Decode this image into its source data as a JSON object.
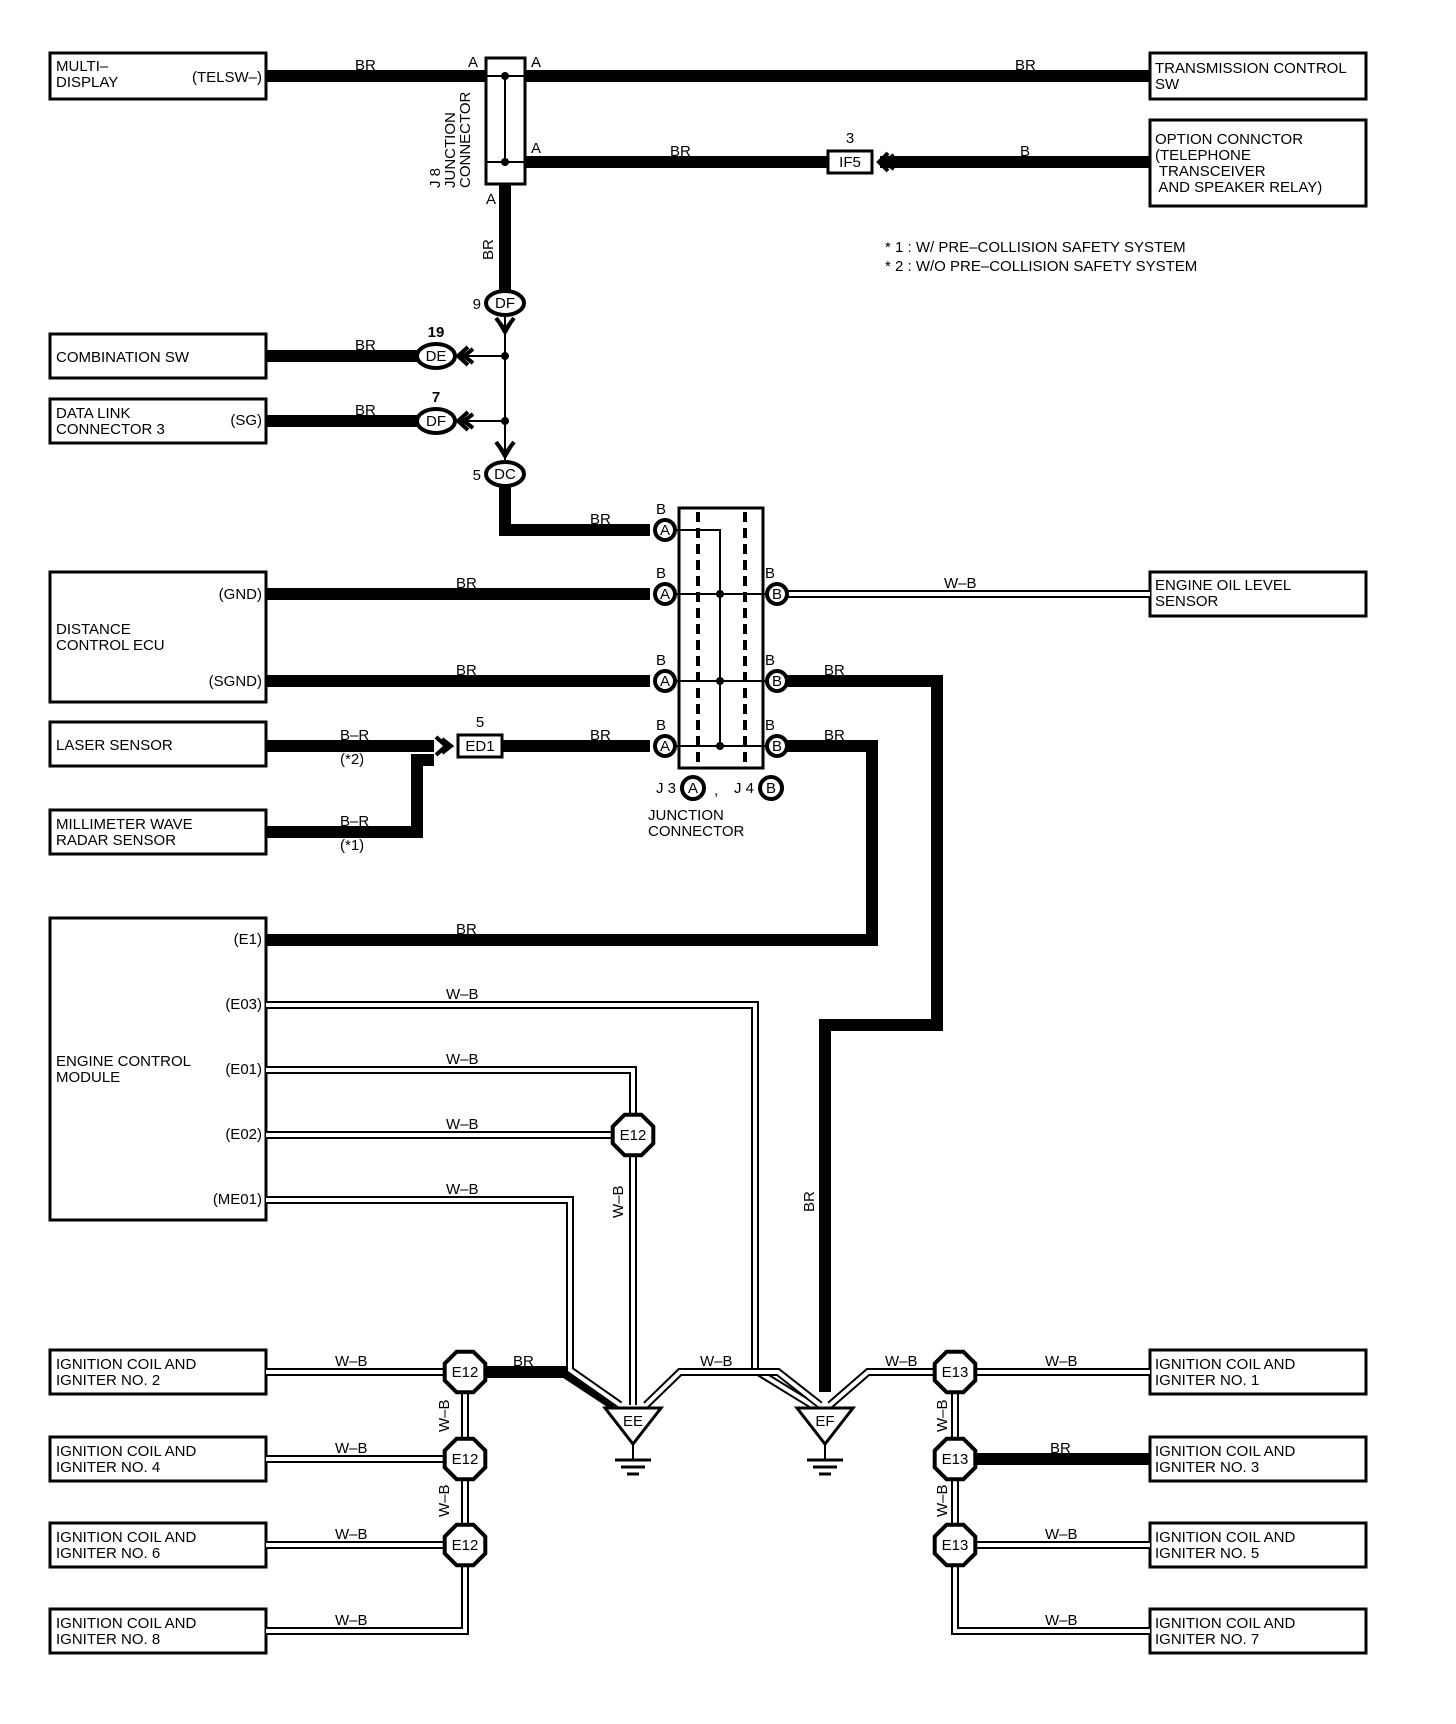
{
  "components": {
    "multi_display": {
      "name": "MULTI–\nDISPLAY",
      "pin": "(TELSW–)"
    },
    "transmission_control_sw": {
      "name": "TRANSMISSION CONTROL\nSW"
    },
    "option_connector": {
      "name": "OPTION CONNCTOR\n(TELEPHONE\n TRANSCEIVER\n AND SPEAKER RELAY)"
    },
    "combination_sw": {
      "name": "COMBINATION SW"
    },
    "data_link_connector_3": {
      "name": "DATA LINK\nCONNECTOR 3",
      "pin": "(SG)"
    },
    "distance_control_ecu": {
      "name": "DISTANCE\nCONTROL ECU",
      "pins": [
        "(GND)",
        "(SGND)"
      ]
    },
    "engine_oil_level_sensor": {
      "name": "ENGINE OIL LEVEL\nSENSOR"
    },
    "laser_sensor": {
      "name": "LASER SENSOR"
    },
    "millimeter_wave_radar_sensor": {
      "name": "MILLIMETER WAVE\nRADAR SENSOR"
    },
    "engine_control_module": {
      "name": "ENGINE CONTROL\nMODULE",
      "pins": [
        "(E1)",
        "(E03)",
        "(E01)",
        "(E02)",
        "(ME01)"
      ]
    },
    "ignition_left": [
      {
        "name": "IGNITION COIL AND\nIGNITER NO. 2"
      },
      {
        "name": "IGNITION COIL AND\nIGNITER NO. 4"
      },
      {
        "name": "IGNITION COIL AND\nIGNITER NO. 6"
      },
      {
        "name": "IGNITION COIL AND\nIGNITER NO. 8"
      }
    ],
    "ignition_right": [
      {
        "name": "IGNITION COIL AND\nIGNITER NO. 1"
      },
      {
        "name": "IGNITION COIL AND\nIGNITER NO. 3"
      },
      {
        "name": "IGNITION COIL AND\nIGNITER NO. 5"
      },
      {
        "name": "IGNITION COIL AND\nIGNITER NO. 7"
      }
    ]
  },
  "wire_colors": {
    "br": "BR",
    "b": "B",
    "wb": "W–B",
    "br_dash": "B–R"
  },
  "junction_j8": {
    "label": "J 8\nJUNCTION\nCONNECTOR",
    "pin": "A"
  },
  "junction_j34": {
    "label": "JUNCTION\nCONNECTOR",
    "j3": "J 3",
    "j4": "J 4",
    "pin_a": "A",
    "pin_b": "B",
    "sep": ","
  },
  "connectors": {
    "if5": {
      "code": "IF5",
      "pin": "3"
    },
    "df_9": {
      "code": "DF",
      "pin": "9"
    },
    "de_19": {
      "code": "DE",
      "pin": "19"
    },
    "df_7": {
      "code": "DF",
      "pin": "7"
    },
    "dc_5": {
      "code": "DC",
      "pin": "5"
    },
    "ed1": {
      "code": "ED1",
      "pin": "5"
    }
  },
  "ground_points": {
    "e12": "E12",
    "e13": "E13",
    "ee": "EE",
    "ef": "EF"
  },
  "notes": {
    "n1": "* 1 : W/ PRE–COLLISION SAFETY SYSTEM",
    "n2": "* 2 : W/O PRE–COLLISION SAFETY SYSTEM",
    "star2": "(*2)",
    "star1": "(*1)"
  }
}
